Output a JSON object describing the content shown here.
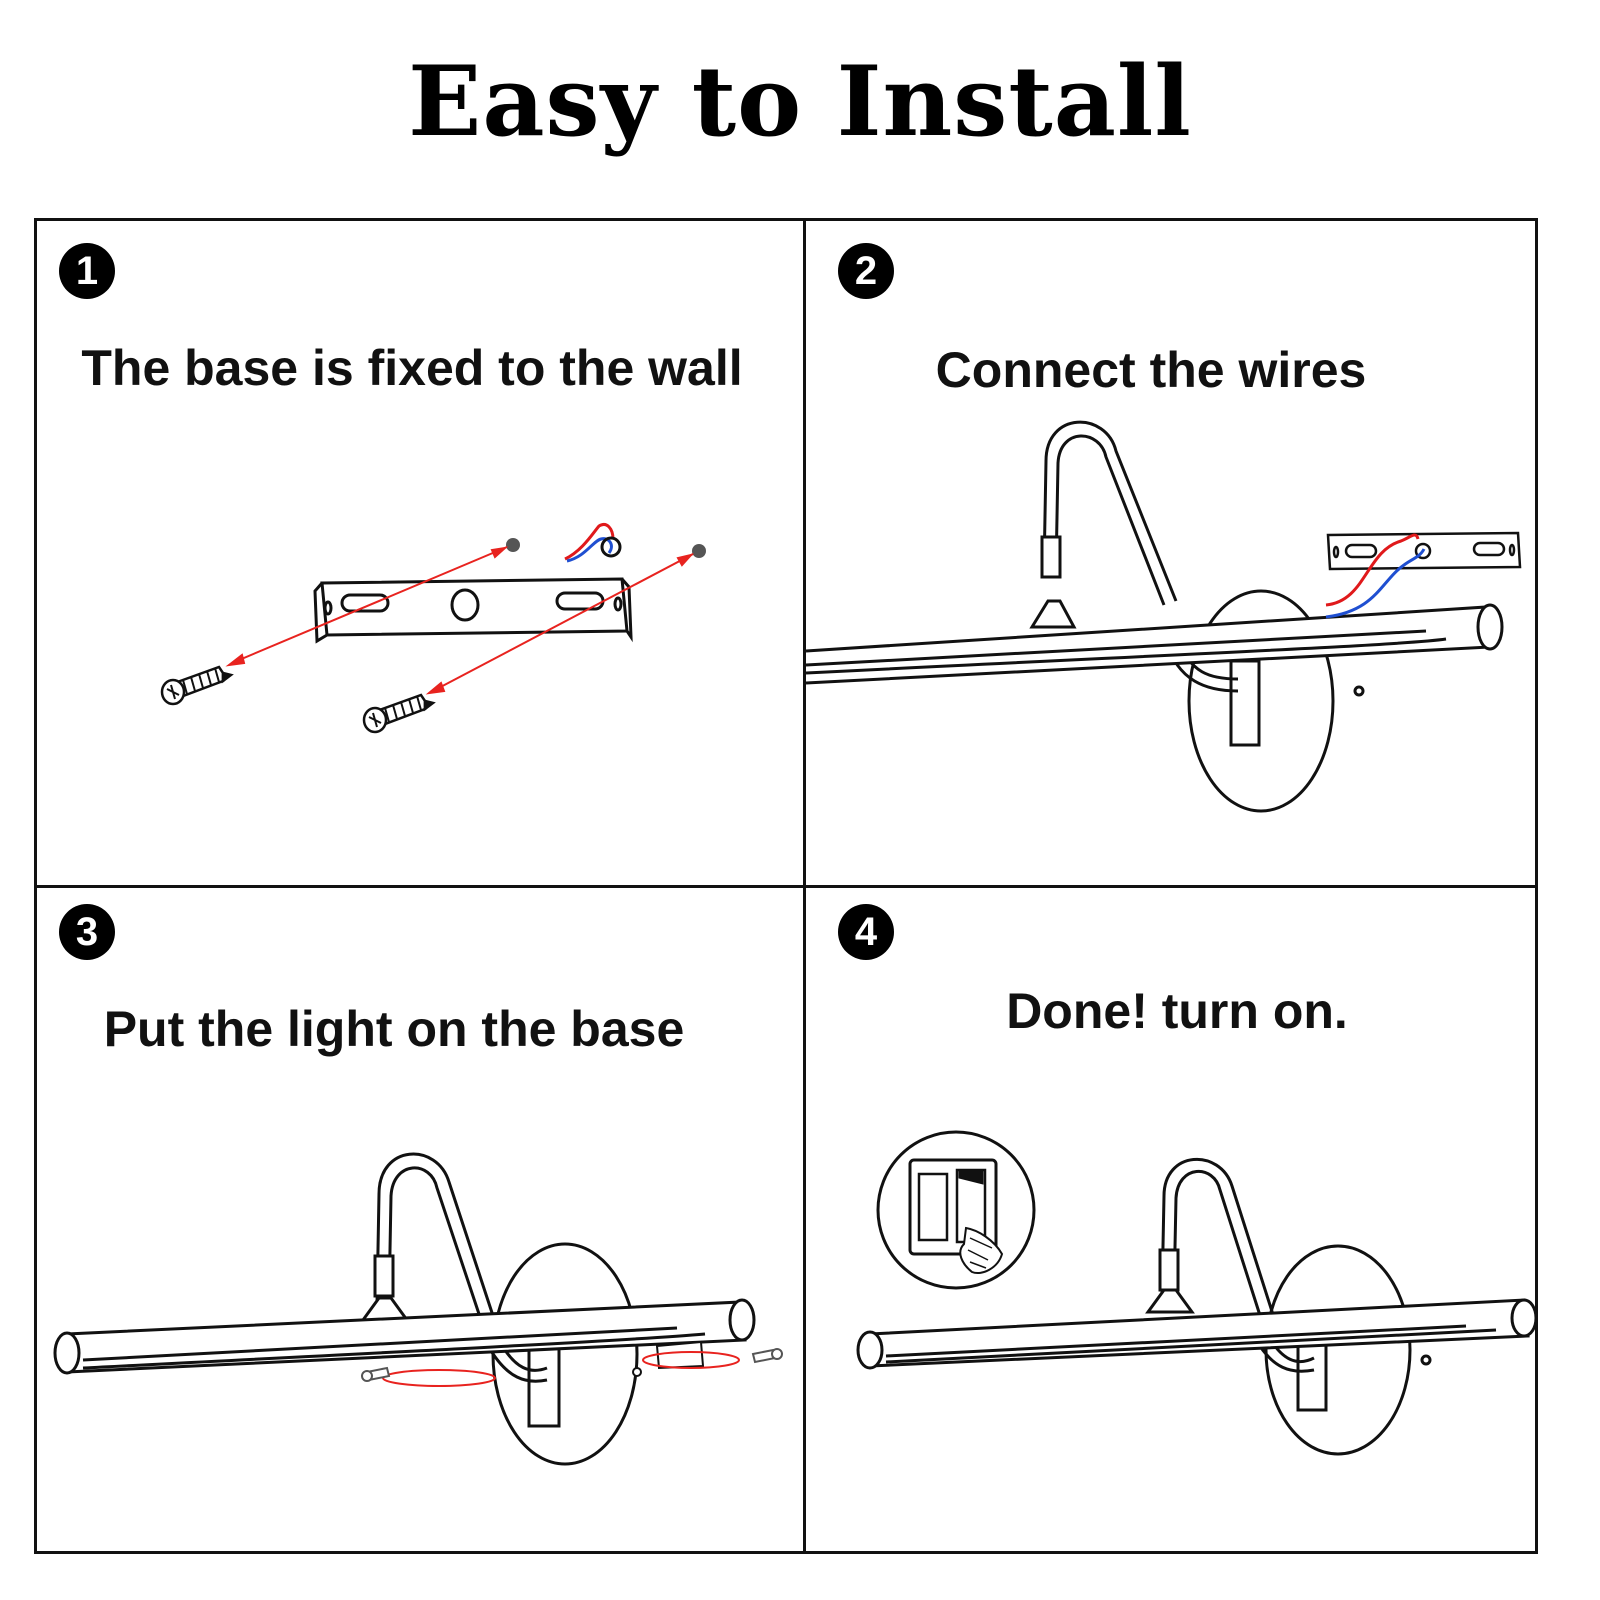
{
  "title": "Easy to Install",
  "steps": [
    {
      "number": "1",
      "caption": "The base is fixed to the wall"
    },
    {
      "number": "2",
      "caption": "Connect the wires"
    },
    {
      "number": "3",
      "caption": "Put the light on the base"
    },
    {
      "number": "4",
      "caption": "Done!  turn on."
    }
  ],
  "colors": {
    "line": "#111111",
    "wire_red": "#e0191b",
    "wire_blue": "#1f4fd1",
    "arrow": "#e8231f"
  }
}
